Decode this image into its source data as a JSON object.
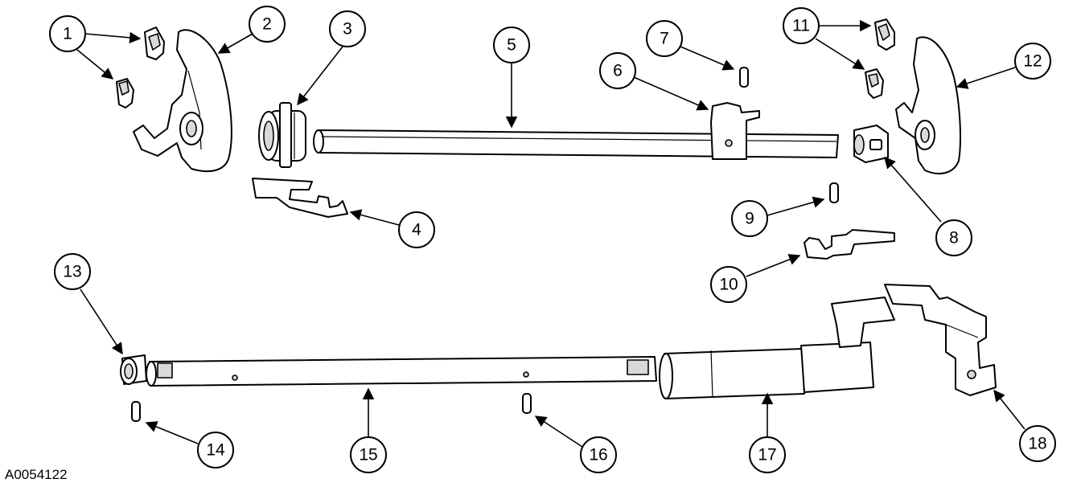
{
  "figure": {
    "id_label": "A0054122"
  },
  "callouts": [
    {
      "number": "1"
    },
    {
      "number": "2"
    },
    {
      "number": "3"
    },
    {
      "number": "4"
    },
    {
      "number": "5"
    },
    {
      "number": "6"
    },
    {
      "number": "7"
    },
    {
      "number": "8"
    },
    {
      "number": "9"
    },
    {
      "number": "10"
    },
    {
      "number": "11"
    },
    {
      "number": "12"
    },
    {
      "number": "13"
    },
    {
      "number": "14"
    },
    {
      "number": "15"
    },
    {
      "number": "16"
    },
    {
      "number": "17"
    },
    {
      "number": "18"
    }
  ]
}
